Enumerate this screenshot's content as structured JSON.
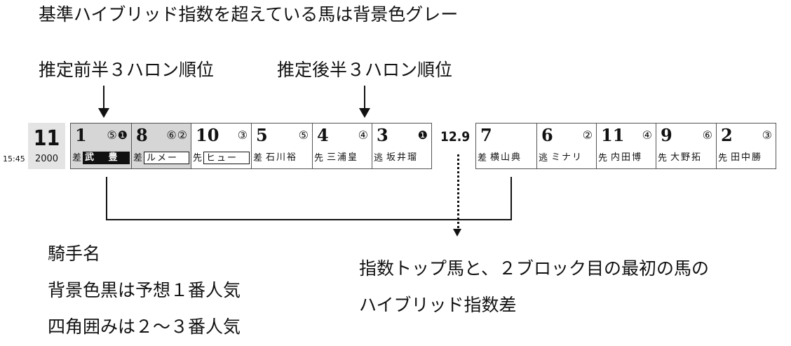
{
  "notes": {
    "gray_bg": "基準ハイブリッド指数を超えている馬は背景色グレー",
    "first_half": "推定前半３ハロン順位",
    "second_half": "推定後半３ハロン順位",
    "jockey_title": "騎手名",
    "jockey_line1": "背景色黒は予想１番人気",
    "jockey_line2": "四角囲みは２～３番人気",
    "gap_line1": "指数トップ馬と、２ブロック目の最初の馬の",
    "gap_line2": "ハイブリッド指数差"
  },
  "race": {
    "number": "11",
    "distance": "2000",
    "time": "15:45"
  },
  "gap_value": "12.9",
  "block1": [
    {
      "num": "1",
      "ranks": "⑤❶",
      "style": "差",
      "jockey": "武 豊",
      "gray": true,
      "fav": "1"
    },
    {
      "num": "8",
      "ranks": "⑥②",
      "style": "差",
      "jockey": "ルメー",
      "gray": true,
      "fav": "23"
    },
    {
      "num": "10",
      "ranks": "③",
      "style": "先",
      "jockey": "ヒュー",
      "gray": false,
      "fav": "23"
    },
    {
      "num": "5",
      "ranks": "⑤",
      "style": "差",
      "jockey": "石川裕",
      "gray": false,
      "fav": ""
    },
    {
      "num": "4",
      "ranks": "④",
      "style": "先",
      "jockey": "三浦皇",
      "gray": false,
      "fav": ""
    },
    {
      "num": "3",
      "ranks": "❶",
      "style": "逃",
      "jockey": "坂井瑠",
      "gray": false,
      "fav": ""
    }
  ],
  "block2": [
    {
      "num": "7",
      "ranks": "",
      "style": "差",
      "jockey": "横山典",
      "gray": false,
      "fav": ""
    },
    {
      "num": "6",
      "ranks": "②",
      "style": "逃",
      "jockey": "ミナリ",
      "gray": false,
      "fav": ""
    },
    {
      "num": "11",
      "ranks": "④",
      "style": "先",
      "jockey": "内田博",
      "gray": false,
      "fav": ""
    },
    {
      "num": "9",
      "ranks": "⑥",
      "style": "先",
      "jockey": "大野拓",
      "gray": false,
      "fav": ""
    },
    {
      "num": "2",
      "ranks": "③",
      "style": "先",
      "jockey": "田中勝",
      "gray": false,
      "fav": ""
    }
  ],
  "colors": {
    "gray_bg": "#d6d6d6",
    "fav1_bg": "#111111",
    "line": "#111111"
  }
}
